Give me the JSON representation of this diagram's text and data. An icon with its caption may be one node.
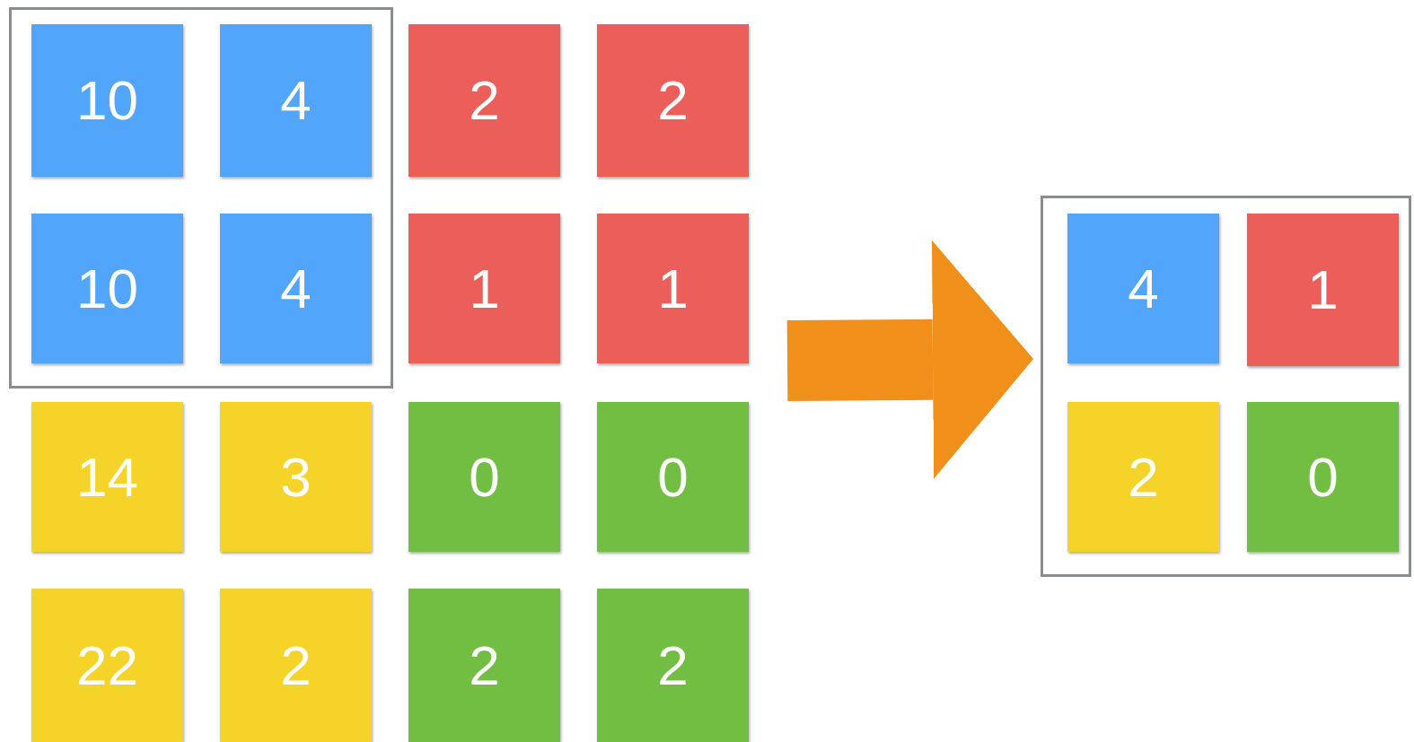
{
  "diagram": {
    "nodes": [
      {
        "text": [],
        "shape": "box"
      },
      {
        "text": [
          "10"
        ],
        "in": 0
      },
      {
        "text": [
          "4"
        ],
        "in": 0
      },
      {
        "text": [
          "2"
        ]
      },
      {
        "text": [
          "2"
        ]
      },
      {
        "text": [
          "10"
        ],
        "in": 0
      },
      {
        "text": [
          "4"
        ],
        "in": 0
      },
      {
        "text": [
          "1"
        ]
      },
      {
        "text": [
          "1"
        ]
      },
      {
        "text": [
          "14"
        ]
      },
      {
        "text": [
          "3"
        ]
      },
      {
        "text": [
          "0"
        ]
      },
      {
        "text": [
          "0"
        ]
      },
      {
        "text": [
          "22"
        ]
      },
      {
        "text": [
          "2"
        ]
      },
      {
        "text": [
          "2"
        ]
      },
      {
        "text": [
          "2"
        ]
      },
      {
        "text": [],
        "shape": "box"
      },
      {
        "text": [
          "4"
        ],
        "in": 17
      },
      {
        "text": [
          "1"
        ],
        "in": 17
      },
      {
        "text": [
          "2"
        ],
        "in": 17
      },
      {
        "text": [
          "0"
        ],
        "in": 17
      }
    ],
    "edges": [
      {
        "from": null,
        "to": 17,
        "arrow": "to",
        "color": "#f0901a"
      }
    ]
  }
}
